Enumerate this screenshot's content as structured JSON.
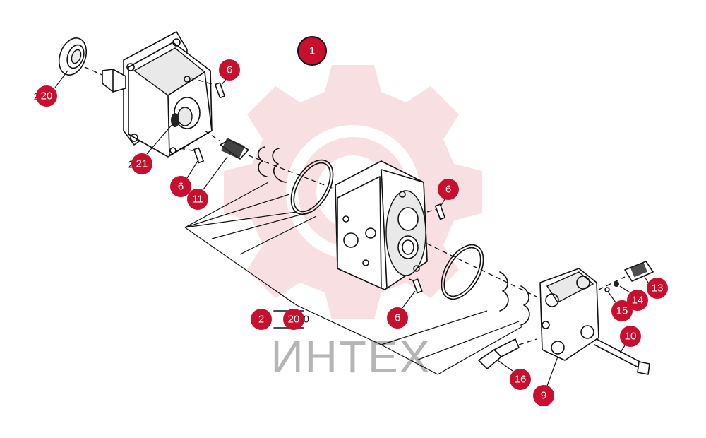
{
  "watermark": {
    "text": "ИНТЕХ",
    "color": "#b5b5b5",
    "gear_color": "#f2c6cb"
  },
  "assembly_callout": {
    "label": "1"
  },
  "callouts": {
    "c20_top": "20",
    "c21": "21",
    "c6_a": "6",
    "c6_b": "6",
    "c11": "11",
    "c6_c": "6",
    "c2": "2",
    "c20_bottom": "20",
    "c6_d": "6",
    "c13": "13",
    "c14": "14",
    "c15": "15",
    "c10": "10",
    "c16": "16",
    "c9": "9"
  },
  "stubs": {
    "s20": "2",
    "s21": "2",
    "s2": "0"
  },
  "colors": {
    "callout_fill": "#c8102e",
    "line": "#111111"
  }
}
